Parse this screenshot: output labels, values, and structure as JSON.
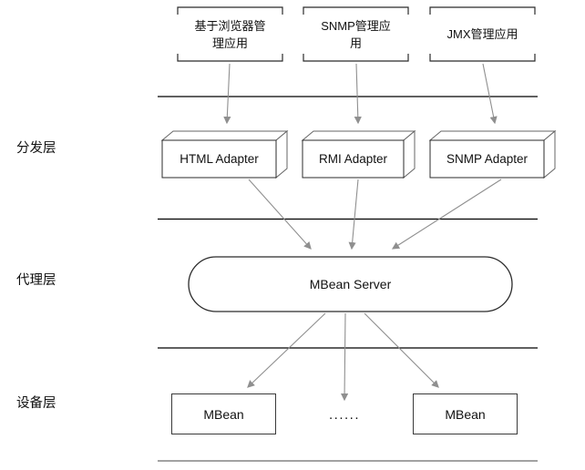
{
  "layer_labels": [
    {
      "id": "distribution",
      "label": "分发层"
    },
    {
      "id": "agent",
      "label": "代理层"
    },
    {
      "id": "device",
      "label": "设备层"
    }
  ],
  "client_apps": [
    {
      "label": "基于浏览器管理应用"
    },
    {
      "label": "SNMP管理应用"
    },
    {
      "label": "JMX管理应用"
    }
  ],
  "adapters": [
    {
      "label": "HTML Adapter"
    },
    {
      "label": "RMI Adapter"
    },
    {
      "label": "SNMP Adapter"
    }
  ],
  "mbean_server": {
    "label": "MBean Server"
  },
  "mbeans": [
    {
      "label": "MBean"
    },
    {
      "label": "MBean"
    }
  ],
  "ellipsis": "......",
  "colors": {
    "arrow": "#8f8f8f",
    "separator": "#000000",
    "shape_border": "#2b2b2b",
    "cuboid_side_border": "#666666",
    "text": "#111111",
    "background": "#ffffff"
  }
}
